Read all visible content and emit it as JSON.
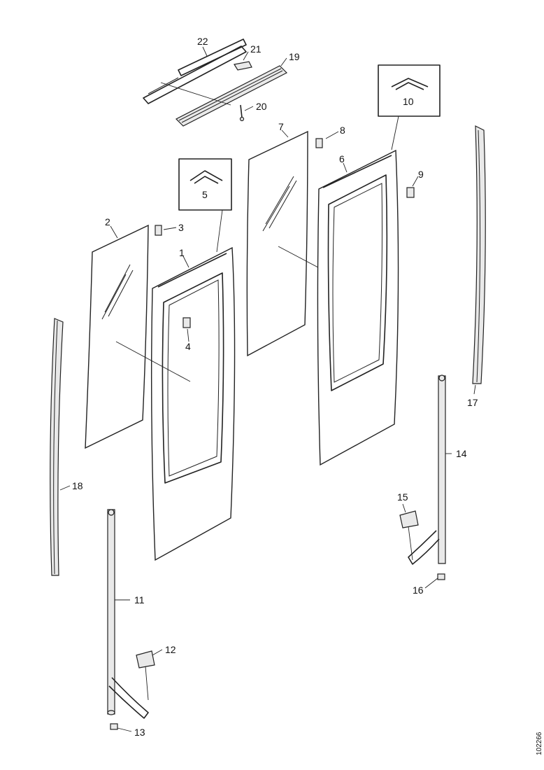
{
  "diagram": {
    "labels": {
      "p1": "1",
      "p2": "2",
      "p3": "3",
      "p4": "4",
      "p5": "5",
      "p6": "6",
      "p7": "7",
      "p8": "8",
      "p9": "9",
      "p10": "10",
      "p11": "11",
      "p12": "12",
      "p13": "13",
      "p14": "14",
      "p15": "15",
      "p16": "16",
      "p17": "17",
      "p18": "18",
      "p19": "19",
      "p20": "20",
      "p21": "21",
      "p22": "22"
    },
    "doc_number": "102266"
  }
}
